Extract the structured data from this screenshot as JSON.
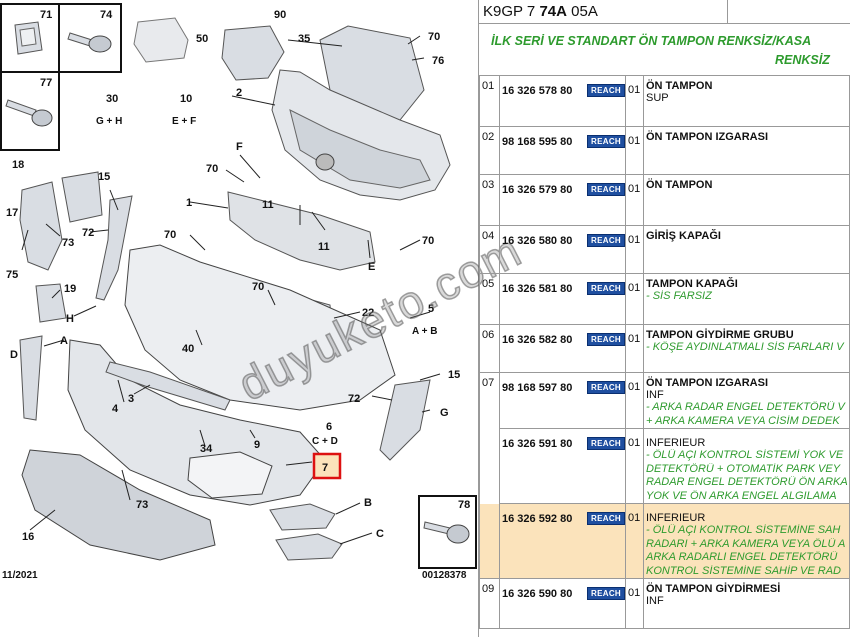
{
  "ref": {
    "code_a": "K9GP 7 ",
    "code_b": "74A",
    "code_c": " 05A"
  },
  "title": {
    "line1": "İLK SERİ VE STANDART ÖN TAMPON RENKSİZ/KASA",
    "line2": "RENKSİZ"
  },
  "diagram": {
    "date": "11/2021",
    "ref": "00128378",
    "callouts": [
      "71",
      "74",
      "77",
      "90",
      "50",
      "30",
      "G + H",
      "10",
      "E + F",
      "35",
      "70",
      "76",
      "2",
      "18",
      "15",
      "F",
      "70",
      "1",
      "11",
      "17",
      "73",
      "72",
      "70",
      "11",
      "70",
      "E",
      "75",
      "19",
      "H",
      "70",
      "22",
      "5",
      "A + B",
      "D",
      "A",
      "40",
      "6",
      "C + D",
      "7",
      "15",
      "72",
      "G",
      "4",
      "3",
      "34",
      "9",
      "73",
      "16",
      "B",
      "C",
      "78"
    ]
  },
  "reach_label": "REACH",
  "rows": [
    {
      "num": "01",
      "parts": [
        {
          "pn": "16 326 578 80",
          "qty": "01"
        }
      ],
      "name": "ÖN TAMPON",
      "sub": "SUP",
      "notes": [],
      "highlight": false
    },
    {
      "num": "02",
      "parts": [
        {
          "pn": "98 168 595 80",
          "qty": "01"
        }
      ],
      "name": "ÖN TAMPON IZGARASI",
      "sub": "",
      "notes": [],
      "highlight": false
    },
    {
      "num": "03",
      "parts": [
        {
          "pn": "16 326 579 80",
          "qty": "01"
        }
      ],
      "name": "ÖN TAMPON",
      "sub": "",
      "notes": [],
      "highlight": false
    },
    {
      "num": "04",
      "parts": [
        {
          "pn": "16 326 580 80",
          "qty": "01"
        }
      ],
      "name": "GİRİŞ KAPAĞI",
      "sub": "",
      "notes": [],
      "highlight": false
    },
    {
      "num": "05",
      "parts": [
        {
          "pn": "16 326 581 80",
          "qty": "01"
        }
      ],
      "name": "TAMPON KAPAĞI",
      "sub": "",
      "notes": [
        "- SİS FARSIZ"
      ],
      "highlight": false
    },
    {
      "num": "06",
      "parts": [
        {
          "pn": "16 326 582 80",
          "qty": "01"
        }
      ],
      "name": "TAMPON GİYDİRME GRUBU",
      "sub": "",
      "notes": [
        "- KÖŞE AYDINLATMALI SİS FARLARI V"
      ],
      "highlight": false
    },
    {
      "num": "07",
      "parts": [
        {
          "pn": "98 168 597 80",
          "qty": "01"
        }
      ],
      "name": "ÖN TAMPON IZGARASI",
      "sub": "INF",
      "notes": [
        "- ARKA RADAR ENGEL DETEKTÖRÜ V",
        "+ ARKA KAMERA VEYA CİSİM DEDEK"
      ],
      "highlight": false
    },
    {
      "num": "",
      "parts": [
        {
          "pn": "16 326 591 80",
          "qty": "01"
        }
      ],
      "name": "",
      "sub": "INFERIEUR",
      "notes": [
        "- ÖLÜ AÇI KONTROL SİSTEMİ YOK VE",
        "DETEKTÖRÜ + OTOMATİK PARK VEY",
        "RADAR ENGEL DETEKTÖRÜ ÖN ARKA",
        "YOK VE ÖN ARKA ENGEL ALGILAMA"
      ],
      "highlight": false
    },
    {
      "num": "",
      "parts": [
        {
          "pn": "16 326 592 80",
          "qty": "01"
        }
      ],
      "name": "",
      "sub": "INFERIEUR",
      "notes": [
        "- ÖLÜ AÇI KONTROL SİSTEMİNE SAH",
        "RADARI + ARKA KAMERA VEYA ÖLÜ A",
        "ARKA RADARLI ENGEL DETEKTÖRÜ",
        "KONTROL SİSTEMİNE SAHİP VE RAD"
      ],
      "highlight": true
    },
    {
      "num": "09",
      "parts": [
        {
          "pn": "16 326 590 80",
          "qty": "01"
        }
      ],
      "name": "ÖN TAMPON GİYDİRMESİ",
      "sub": "INF",
      "notes": [],
      "highlight": false
    }
  ],
  "watermark": "duyuketo.com"
}
